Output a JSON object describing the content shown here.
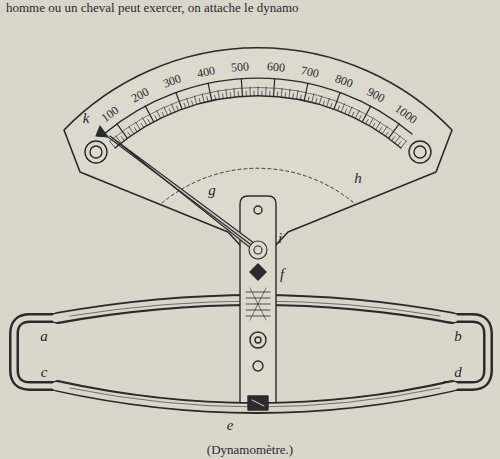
{
  "diagram": {
    "caption": "(Dynamomètre.)",
    "labels": [
      "homme ou un cheval peut exercer, on attache le dynamo",
      "100",
      "200",
      "300",
      "400",
      "500",
      "600",
      "700",
      "800",
      "900",
      "1000",
      "a",
      "b",
      "c",
      "d",
      "e",
      "f",
      "g",
      "h",
      "i",
      "k"
    ]
  }
}
